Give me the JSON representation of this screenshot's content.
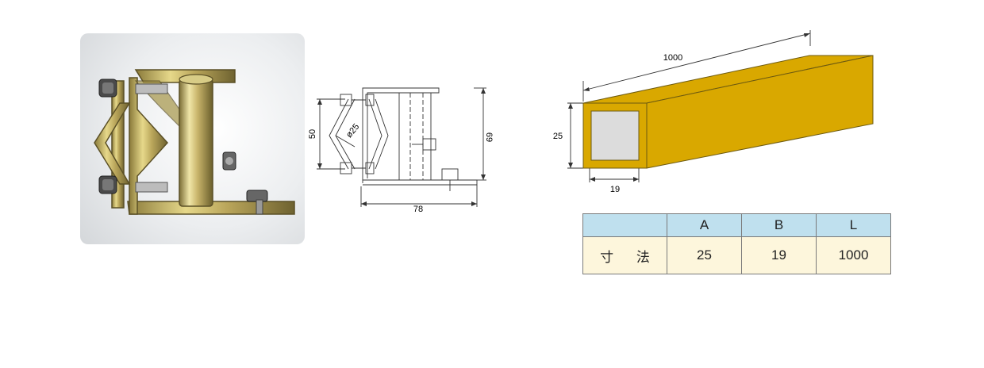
{
  "drawing": {
    "dim_height_outer": "69",
    "dim_height_inner": "50",
    "dim_pipe_diameter": "ø25",
    "dim_width": "78"
  },
  "tube": {
    "dim_length": "1000",
    "dim_outer": "25",
    "dim_inner": "19"
  },
  "table": {
    "headers": [
      "",
      "A",
      "B",
      "L"
    ],
    "row": {
      "label": "寸 法",
      "values": [
        "25",
        "19",
        "1000"
      ]
    }
  },
  "colors": {
    "tube_fill": "#d9a800",
    "table_header": "#bfe0ee",
    "table_body": "#fdf6dc"
  }
}
